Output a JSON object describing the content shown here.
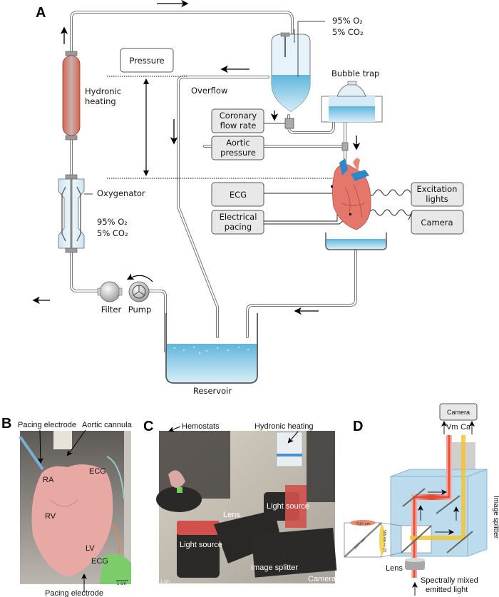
{
  "panels": {
    "A": {
      "letter": "A",
      "labels": {
        "pressure": "Pressure",
        "hydronic_heating_1": "Hydronic",
        "hydronic_heating_2": "heating",
        "overflow": "Overflow",
        "gas_top_1": "95% O₂",
        "gas_top_2": "5% CO₂",
        "bubble_trap": "Bubble trap",
        "coronary_1": "Coronary",
        "coronary_2": "flow rate",
        "aortic_1": "Aortic",
        "aortic_2": "pressure",
        "ecg": "ECG",
        "pacing_1": "Electrical",
        "pacing_2": "pacing",
        "excitation_1": "Excitation",
        "excitation_2": "lights",
        "camera": "Camera",
        "oxygenator": "Oxygenator",
        "gas_mid_1": "95% O₂",
        "gas_mid_2": "5% CO₂",
        "filter": "Filter",
        "pump": "Pump",
        "reservoir": "Reservoir"
      }
    },
    "B": {
      "letter": "B",
      "labels": {
        "pacing_top": "Pacing electrode",
        "aortic_cannula": "Aortic cannula",
        "ra": "RA",
        "ecg_top": "ECG",
        "rv": "RV",
        "lv": "LV",
        "ecg_bottom": "ECG",
        "scale": "1 cm",
        "pacing_bottom": "Pacing electrode"
      }
    },
    "C": {
      "letter": "C",
      "labels": {
        "hemostats": "Hemostats",
        "hydronic_heating": "Hydronic heating",
        "light_source_top": "Light source",
        "lens": "Lens",
        "light_source_bottom": "Light source",
        "image_splitter": "Image splitter",
        "camera": "Camera",
        "scale": "1 cm"
      }
    },
    "D": {
      "letter": "D",
      "labels": {
        "camera": "Camera",
        "vm": "Vm",
        "ca": "Ca",
        "image_splitter": "Image splitter",
        "filter_710": "710+ nm",
        "filter_660": "660+ nm",
        "filter_585": "585 nm +/- 20",
        "lens": "Lens",
        "emitted_1": "Spectrally mixed",
        "emitted_2": "emitted light"
      }
    }
  },
  "colors": {
    "fluid": "#7cc4e4",
    "tube": "#888888",
    "heater": "#d9705a",
    "heart": "#e0766a",
    "vm_beam": "#e8452c",
    "ca_beam": "#f3c431",
    "splitter_glass": "#b9dcef"
  }
}
